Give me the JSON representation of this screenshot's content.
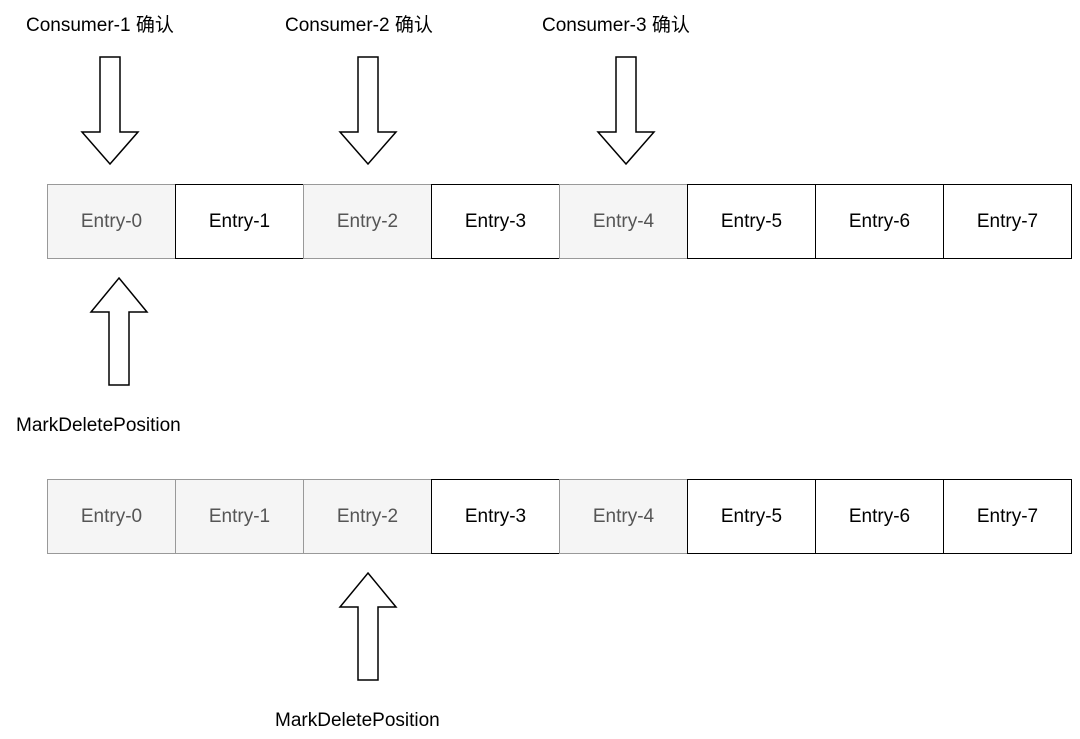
{
  "consumers": [
    {
      "label": "Consumer-1 确认"
    },
    {
      "label": "Consumer-2 确认"
    },
    {
      "label": "Consumer-3 确认"
    }
  ],
  "rows": [
    {
      "entries": [
        {
          "label": "Entry-0",
          "acked": true
        },
        {
          "label": "Entry-1",
          "acked": false
        },
        {
          "label": "Entry-2",
          "acked": true
        },
        {
          "label": "Entry-3",
          "acked": false
        },
        {
          "label": "Entry-4",
          "acked": true
        },
        {
          "label": "Entry-5",
          "acked": false
        },
        {
          "label": "Entry-6",
          "acked": false
        },
        {
          "label": "Entry-7",
          "acked": false
        }
      ],
      "mark_delete_label": "MarkDeletePosition"
    },
    {
      "entries": [
        {
          "label": "Entry-0",
          "acked": true
        },
        {
          "label": "Entry-1",
          "acked": true
        },
        {
          "label": "Entry-2",
          "acked": true
        },
        {
          "label": "Entry-3",
          "acked": false
        },
        {
          "label": "Entry-4",
          "acked": true
        },
        {
          "label": "Entry-5",
          "acked": false
        },
        {
          "label": "Entry-6",
          "acked": false
        },
        {
          "label": "Entry-7",
          "acked": false
        }
      ],
      "mark_delete_label": "MarkDeletePosition"
    }
  ],
  "colors": {
    "acked_fill": "#f5f5f5",
    "border": "#000000"
  }
}
